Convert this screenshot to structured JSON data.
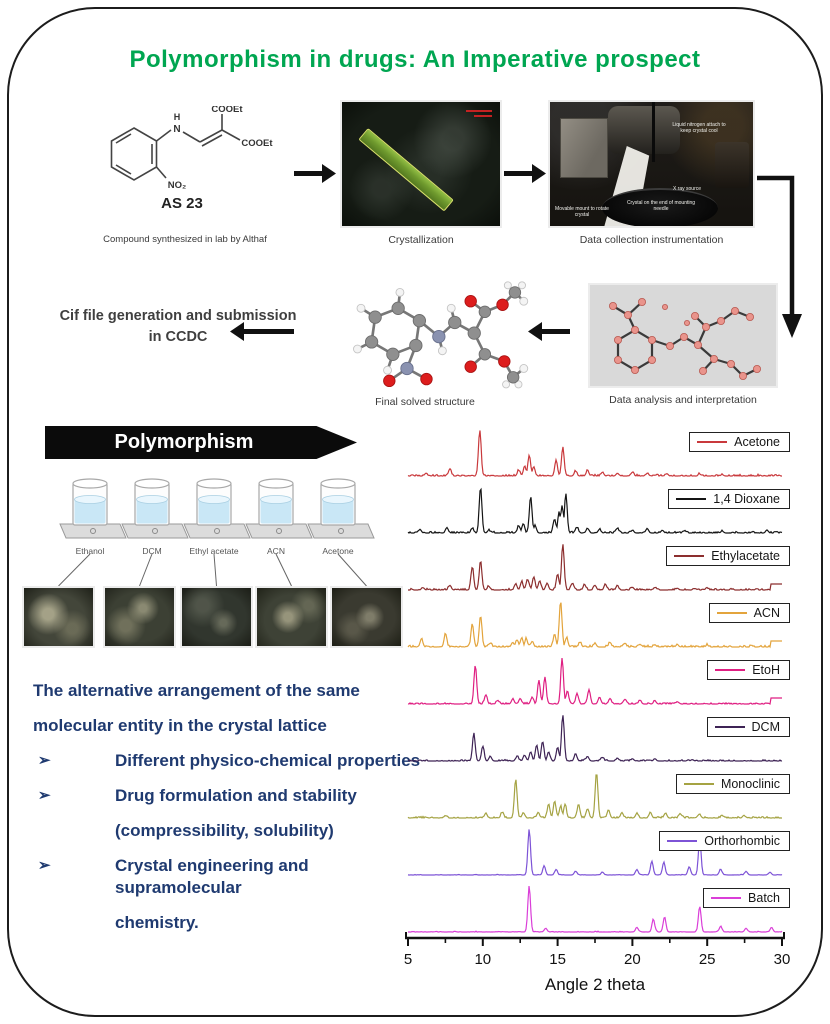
{
  "title": "Polymorphism in drugs: An Imperative prospect",
  "colors": {
    "title_green": "#00a651",
    "banner_black": "#0b0b0b",
    "keypoint_blue": "#1f3a70"
  },
  "workflow": {
    "compound": {
      "name": "AS 23",
      "caption": "Compound synthesized in lab by Althaf",
      "labels": {
        "n": "N",
        "h": "H",
        "no2": "NO₂",
        "ester1": "COOEt",
        "ester2": "COOEt"
      }
    },
    "crystallization": {
      "caption": "Crystallization"
    },
    "instrumentation": {
      "caption": "Data collection instrumentation",
      "annotations": [
        "Liquid nitrogen attach to keep crystal cool",
        "X ray source",
        "Crystal on the end of mounting needle",
        "Movable mount to rotate crystal"
      ]
    },
    "analysis": {
      "caption": "Data analysis and interpretation"
    },
    "solved": {
      "caption": "Final solved structure"
    },
    "cif": {
      "line1": "Cif file generation  and submission",
      "line2": "in CCDC"
    }
  },
  "polymorphism_banner": "Polymorphism",
  "solvent_screen": {
    "beaker_labels": [
      "Ethanol",
      "DCM",
      "Ethyl acetate",
      "ACN",
      "Acetone"
    ]
  },
  "blue_text": {
    "lines": [
      {
        "bullet": false,
        "indent": 0,
        "text": "The alternative arrangement of the same"
      },
      {
        "bullet": false,
        "indent": 0,
        "text": "molecular entity in the crystal lattice"
      },
      {
        "bullet": true,
        "indent": 1,
        "text": "Different physico-chemical properties"
      },
      {
        "bullet": true,
        "indent": 1,
        "text": "Drug formulation and stability"
      },
      {
        "bullet": false,
        "indent": 1,
        "text": "(compressibility, solubility)"
      },
      {
        "bullet": true,
        "indent": 1,
        "text": "Crystal engineering and supramolecular"
      },
      {
        "bullet": false,
        "indent": 1,
        "text": "chemistry."
      }
    ]
  },
  "chart_data": {
    "type": "line",
    "title": "",
    "xlabel": "Angle 2 theta",
    "ylabel": "",
    "xlim": [
      5,
      30
    ],
    "xticks": [
      5,
      10,
      15,
      20,
      25,
      30
    ],
    "grid": false,
    "legend_position": "right-of-each-trace",
    "note": "Stacked powder XRD patterns; peaks given as [2theta, relative intensity 0-1]",
    "series": [
      {
        "name": "Acetone",
        "color": "#c9393c",
        "noise": 0.03,
        "end_step": false,
        "peaks": [
          [
            6.2,
            0.06
          ],
          [
            7.8,
            0.16
          ],
          [
            9.8,
            1.0
          ],
          [
            12.4,
            0.12
          ],
          [
            12.8,
            0.22
          ],
          [
            13.1,
            0.45
          ],
          [
            13.4,
            0.2
          ],
          [
            14.9,
            0.35
          ],
          [
            15.35,
            0.62
          ],
          [
            16.2,
            0.1
          ],
          [
            17.0,
            0.12
          ],
          [
            18.0,
            0.08
          ],
          [
            19.0,
            0.06
          ],
          [
            20.0,
            0.08
          ],
          [
            21.0,
            0.06
          ],
          [
            22.3,
            0.05
          ],
          [
            24.5,
            0.04
          ],
          [
            26.0,
            0.03
          ]
        ]
      },
      {
        "name": "1,4 Dioxane",
        "color": "#141414",
        "noise": 0.03,
        "end_step": false,
        "peaks": [
          [
            5.8,
            0.08
          ],
          [
            7.6,
            0.12
          ],
          [
            9.3,
            0.1
          ],
          [
            9.85,
            1.0
          ],
          [
            10.4,
            0.06
          ],
          [
            12.4,
            0.15
          ],
          [
            12.7,
            0.2
          ],
          [
            13.2,
            0.8
          ],
          [
            13.5,
            0.15
          ],
          [
            14.8,
            0.3
          ],
          [
            15.1,
            0.45
          ],
          [
            15.3,
            0.6
          ],
          [
            15.55,
            0.85
          ],
          [
            16.3,
            0.12
          ],
          [
            17.0,
            0.1
          ],
          [
            17.8,
            0.08
          ],
          [
            19.0,
            0.1
          ],
          [
            20.0,
            0.06
          ],
          [
            21.0,
            0.08
          ],
          [
            22.0,
            0.06
          ],
          [
            23.5,
            0.05
          ],
          [
            26.0,
            0.04
          ],
          [
            29.0,
            0.06
          ]
        ]
      },
      {
        "name": "Ethylacetate",
        "color": "#8c2e2e",
        "noise": 0.03,
        "end_step": true,
        "peaks": [
          [
            6.0,
            0.05
          ],
          [
            7.8,
            0.1
          ],
          [
            9.3,
            0.5
          ],
          [
            9.85,
            0.62
          ],
          [
            10.4,
            0.08
          ],
          [
            12.2,
            0.12
          ],
          [
            12.6,
            0.18
          ],
          [
            13.0,
            0.22
          ],
          [
            13.4,
            0.28
          ],
          [
            13.8,
            0.2
          ],
          [
            14.3,
            0.15
          ],
          [
            15.0,
            0.35
          ],
          [
            15.35,
            1.0
          ],
          [
            16.0,
            0.15
          ],
          [
            16.8,
            0.12
          ],
          [
            17.5,
            0.1
          ],
          [
            18.2,
            0.12
          ],
          [
            19.0,
            0.08
          ],
          [
            20.0,
            0.06
          ],
          [
            21.5,
            0.05
          ],
          [
            23.0,
            0.04
          ],
          [
            25.0,
            0.04
          ]
        ]
      },
      {
        "name": "ACN",
        "color": "#e3a43c",
        "noise": 0.035,
        "end_step": true,
        "peaks": [
          [
            5.9,
            0.18
          ],
          [
            7.5,
            0.28
          ],
          [
            9.3,
            0.5
          ],
          [
            9.85,
            0.68
          ],
          [
            10.5,
            0.08
          ],
          [
            12.0,
            0.1
          ],
          [
            12.3,
            0.15
          ],
          [
            12.6,
            0.2
          ],
          [
            12.9,
            0.18
          ],
          [
            13.3,
            0.12
          ],
          [
            14.8,
            0.28
          ],
          [
            15.2,
            1.0
          ],
          [
            15.6,
            0.2
          ],
          [
            16.5,
            0.1
          ],
          [
            17.5,
            0.08
          ],
          [
            18.5,
            0.1
          ],
          [
            19.5,
            0.08
          ],
          [
            20.5,
            0.06
          ],
          [
            21.5,
            0.05
          ],
          [
            23.0,
            0.05
          ],
          [
            25.0,
            0.04
          ]
        ]
      },
      {
        "name": "EtoH",
        "color": "#df1f82",
        "noise": 0.025,
        "end_step": true,
        "peaks": [
          [
            9.5,
            0.85
          ],
          [
            10.2,
            0.2
          ],
          [
            11.0,
            0.08
          ],
          [
            12.0,
            0.1
          ],
          [
            12.5,
            0.12
          ],
          [
            13.3,
            0.15
          ],
          [
            13.75,
            0.52
          ],
          [
            14.15,
            0.58
          ],
          [
            15.3,
            1.0
          ],
          [
            15.65,
            0.28
          ],
          [
            16.3,
            0.22
          ],
          [
            17.1,
            0.3
          ],
          [
            17.8,
            0.15
          ],
          [
            18.5,
            0.12
          ],
          [
            19.5,
            0.1
          ],
          [
            20.5,
            0.08
          ],
          [
            21.5,
            0.06
          ],
          [
            23.0,
            0.05
          ]
        ]
      },
      {
        "name": "DCM",
        "color": "#3e2355",
        "noise": 0.025,
        "end_step": false,
        "peaks": [
          [
            9.4,
            0.6
          ],
          [
            10.0,
            0.32
          ],
          [
            10.5,
            0.1
          ],
          [
            12.3,
            0.1
          ],
          [
            12.8,
            0.12
          ],
          [
            13.2,
            0.2
          ],
          [
            13.6,
            0.35
          ],
          [
            14.0,
            0.42
          ],
          [
            14.4,
            0.2
          ],
          [
            15.0,
            0.3
          ],
          [
            15.35,
            1.0
          ],
          [
            16.2,
            0.15
          ],
          [
            17.0,
            0.1
          ],
          [
            18.0,
            0.08
          ],
          [
            19.0,
            0.06
          ],
          [
            20.0,
            0.05
          ],
          [
            21.5,
            0.04
          ],
          [
            24.0,
            0.03
          ]
        ]
      },
      {
        "name": "Monoclinic",
        "color": "#a5a343",
        "noise": 0.03,
        "end_step": false,
        "peaks": [
          [
            7.5,
            0.05
          ],
          [
            10.2,
            0.1
          ],
          [
            11.3,
            0.12
          ],
          [
            12.2,
            0.85
          ],
          [
            12.7,
            0.1
          ],
          [
            13.7,
            0.12
          ],
          [
            14.4,
            0.3
          ],
          [
            14.8,
            0.35
          ],
          [
            15.2,
            0.25
          ],
          [
            15.5,
            0.3
          ],
          [
            16.4,
            0.3
          ],
          [
            17.0,
            0.2
          ],
          [
            17.6,
            1.0
          ],
          [
            18.4,
            0.18
          ],
          [
            19.3,
            0.12
          ],
          [
            20.3,
            0.1
          ],
          [
            21.2,
            0.12
          ],
          [
            22.2,
            0.1
          ],
          [
            23.2,
            0.08
          ],
          [
            24.5,
            0.06
          ],
          [
            26.0,
            0.05
          ],
          [
            27.5,
            0.04
          ]
        ]
      },
      {
        "name": "Orthorhombic",
        "color": "#7d53d6",
        "noise": 0.008,
        "end_step": false,
        "peaks": [
          [
            13.1,
            1.0
          ],
          [
            14.1,
            0.2
          ],
          [
            14.9,
            0.12
          ],
          [
            16.2,
            0.08
          ],
          [
            18.0,
            0.06
          ],
          [
            20.3,
            0.12
          ],
          [
            21.3,
            0.3
          ],
          [
            22.1,
            0.28
          ],
          [
            23.8,
            0.18
          ],
          [
            24.5,
            0.78
          ],
          [
            25.9,
            0.12
          ],
          [
            27.6,
            0.08
          ],
          [
            29.2,
            0.06
          ]
        ]
      },
      {
        "name": "Batch",
        "color": "#da3ed8",
        "noise": 0.01,
        "end_step": false,
        "peaks": [
          [
            13.1,
            1.0
          ],
          [
            14.2,
            0.08
          ],
          [
            20.3,
            0.1
          ],
          [
            21.4,
            0.28
          ],
          [
            22.15,
            0.33
          ],
          [
            24.5,
            0.55
          ],
          [
            25.9,
            0.12
          ],
          [
            27.6,
            0.08
          ],
          [
            29.3,
            0.1
          ]
        ]
      }
    ]
  }
}
